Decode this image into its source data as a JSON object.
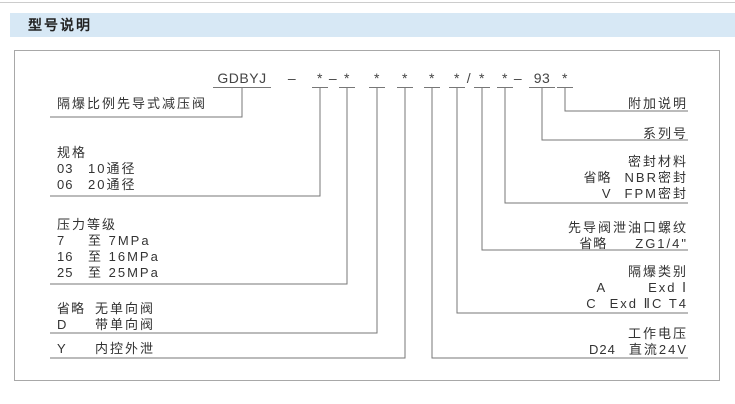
{
  "header": {
    "title": "型号说明"
  },
  "code": {
    "tokens": [
      {
        "text": "GDBYJ"
      },
      {
        "text": "–"
      },
      {
        "text": "*"
      },
      {
        "text": "–"
      },
      {
        "text": "*"
      },
      {
        "text": "*"
      },
      {
        "text": "*"
      },
      {
        "text": "*"
      },
      {
        "text": "*"
      },
      {
        "text": "/"
      },
      {
        "text": "*"
      },
      {
        "text": "*"
      },
      {
        "text": "–"
      },
      {
        "text": "93"
      },
      {
        "text": "*"
      }
    ]
  },
  "left": {
    "product_name": "隔爆比例先导式减压阀",
    "spec": {
      "title": "规格",
      "rows": [
        {
          "code": "03",
          "desc": "10通径"
        },
        {
          "code": "06",
          "desc": "20通径"
        }
      ]
    },
    "pressure": {
      "title": "压力等级",
      "rows": [
        {
          "code": "7",
          "desc": "至 7MPa"
        },
        {
          "code": "16",
          "desc": "至 16MPa"
        },
        {
          "code": "25",
          "desc": "至 25MPa"
        }
      ]
    },
    "check_valve": {
      "rows": [
        {
          "code": "省略",
          "desc": "无单向阀"
        },
        {
          "code": "D",
          "desc": "带单向阀"
        }
      ]
    },
    "control_drain": {
      "rows": [
        {
          "code": "Y",
          "desc": "内控外泄"
        }
      ]
    }
  },
  "right": {
    "additional_note": {
      "title": "附加说明"
    },
    "series_no": {
      "title": "系列号"
    },
    "seal_material": {
      "title": "密封材料",
      "rows": [
        {
          "code": "省略",
          "desc": "NBR密封"
        },
        {
          "code": "V",
          "desc": "FPM密封"
        }
      ]
    },
    "pilot_drain_thread": {
      "title": "先导阀泄油口螺纹",
      "rows": [
        {
          "code": "省略",
          "desc": "ZG1/4\""
        }
      ]
    },
    "explosion_class": {
      "title": "隔爆类别",
      "rows": [
        {
          "code": "A",
          "desc": "Exd Ⅰ"
        },
        {
          "code": "C",
          "desc": "Exd ⅡC T4"
        }
      ]
    },
    "working_voltage": {
      "title": "工作电压",
      "rows": [
        {
          "code": "D24",
          "desc": "直流24V"
        }
      ]
    }
  },
  "colors": {
    "header_bg": "#d7e8f5",
    "line": "#777777",
    "box_border": "#a8a8a8",
    "text": "#333333"
  }
}
